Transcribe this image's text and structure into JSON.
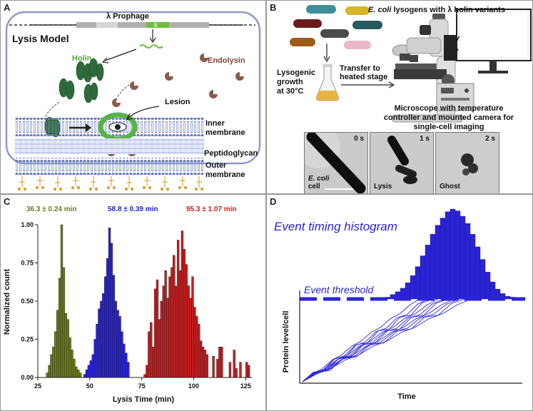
{
  "panels": {
    "a": {
      "label": "A",
      "title": "Lysis Model",
      "prophage": "λ Prophage",
      "gene_marker": "S",
      "holin": "Holin",
      "endolysin": "Endolysin",
      "lesion": "Lesion",
      "inner_membrane": "Inner\nmembrane",
      "peptidoglycan": "Peptidoglycan",
      "outer_membrane": "Outer\nmembrane"
    },
    "b": {
      "label": "B",
      "lysogens": "E. coli lysogens with λ holin variants",
      "growth": "Lysogenic\ngrowth\nat 30°C",
      "transfer": "Transfer to\nheated stage",
      "microscope": "Microscope with temperature\ncontroller and mounted camera for\nsingle-cell imaging",
      "frames": [
        {
          "time": "0 s",
          "caption": "E. coli\ncell"
        },
        {
          "time": "1 s",
          "caption": "Lysis"
        },
        {
          "time": "2 s",
          "caption": "Ghost"
        }
      ]
    },
    "c": {
      "label": "C",
      "stats": [
        {
          "text": "36.3 ± 0.24 min",
          "color": "#6b7d1e"
        },
        {
          "text": "58.8 ± 0.39 min",
          "color": "#2b24d6"
        },
        {
          "text": "95.3 ± 1.07 min",
          "color": "#c62020"
        }
      ]
    },
    "d": {
      "label": "D",
      "histogram_label": "Event timing histogram",
      "threshold_label": "Event threshold",
      "ylabel": "Protein level/cell",
      "xlabel": "Time"
    }
  },
  "chart_data": {
    "type": "bar",
    "xlabel": "Lysis Time (min)",
    "ylabel": "Normalized count",
    "xlim": [
      25,
      128
    ],
    "ylim": [
      0,
      1.0
    ],
    "xticks": [
      25,
      50,
      75,
      100,
      125
    ],
    "yticks": [
      0.0,
      0.25,
      0.5,
      0.75,
      1.0
    ],
    "series": [
      {
        "color": "#6b7d1e",
        "bin_start": 29,
        "bin_width": 1,
        "values": [
          0.03,
          0.08,
          0.15,
          0.2,
          0.3,
          0.44,
          0.65,
          1.0,
          0.72,
          0.42,
          0.38,
          0.26,
          0.18,
          0.12,
          0.07,
          0.05,
          0.03
        ]
      },
      {
        "color": "#2b24d6",
        "bin_start": 47,
        "bin_width": 1,
        "values": [
          0.02,
          0.05,
          0.08,
          0.11,
          0.15,
          0.25,
          0.35,
          0.45,
          0.5,
          0.55,
          0.66,
          0.78,
          0.98,
          0.88,
          0.67,
          0.5,
          0.44,
          0.4,
          0.3,
          0.22,
          0.16,
          0.1
        ]
      },
      {
        "color": "#c62020",
        "bin_start": 76,
        "bin_width": 1,
        "values": [
          0.02,
          0.08,
          0.3,
          0.36,
          0.2,
          0.58,
          0.64,
          0.38,
          0.5,
          0.6,
          0.7,
          0.52,
          0.66,
          0.72,
          0.8,
          0.6,
          0.9,
          0.7,
          0.96,
          0.84,
          0.74,
          0.6,
          0.52,
          0.66,
          0.46,
          0.4,
          0.35,
          0.24,
          0.2,
          0.18,
          0.15,
          0,
          0,
          0.14,
          0,
          0.12,
          0.2,
          0.2,
          0,
          0,
          0,
          0.1,
          0,
          0.18,
          0.06,
          0,
          0.1,
          0,
          0,
          0.1,
          0.08
        ]
      }
    ]
  },
  "d_chart": {
    "hist_values": [
      0.02,
      0.05,
      0.08,
      0.12,
      0.18,
      0.26,
      0.36,
      0.48,
      0.6,
      0.72,
      0.82,
      0.9,
      0.97,
      1.0,
      0.98,
      0.92,
      0.84,
      0.72,
      0.58,
      0.44,
      0.3,
      0.19,
      0.11,
      0.06,
      0.03,
      0.02,
      0.01,
      0.01
    ]
  }
}
